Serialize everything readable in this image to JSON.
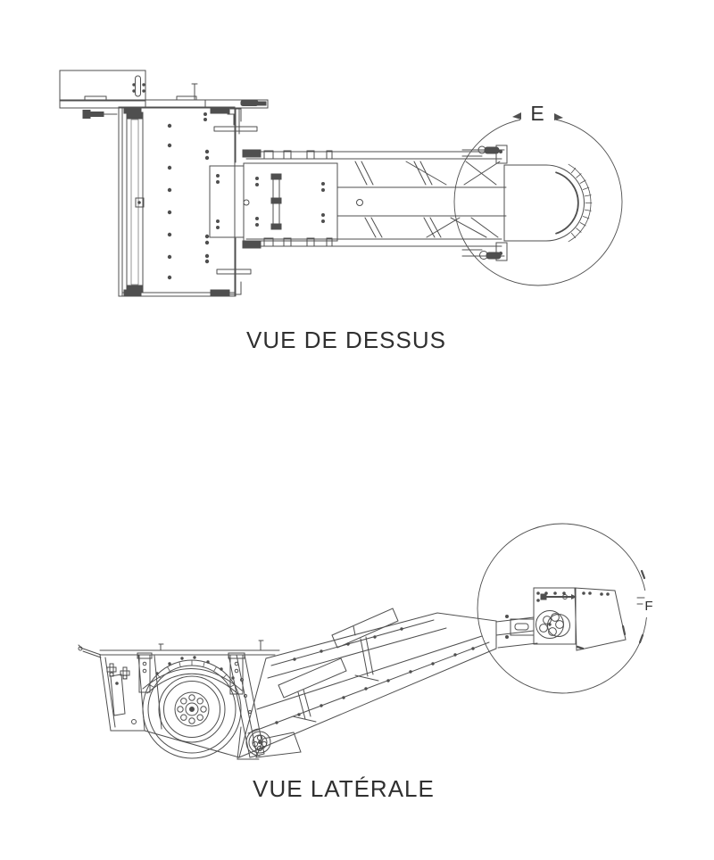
{
  "page": {
    "background_color": "#ffffff",
    "line_color": "#4f4f4f",
    "text_color": "#303030"
  },
  "views": {
    "top": {
      "caption": "VUE DE DESSUS",
      "detail_label": "E"
    },
    "side": {
      "caption": "VUE LATÉRALE",
      "detail_label": "F"
    }
  }
}
